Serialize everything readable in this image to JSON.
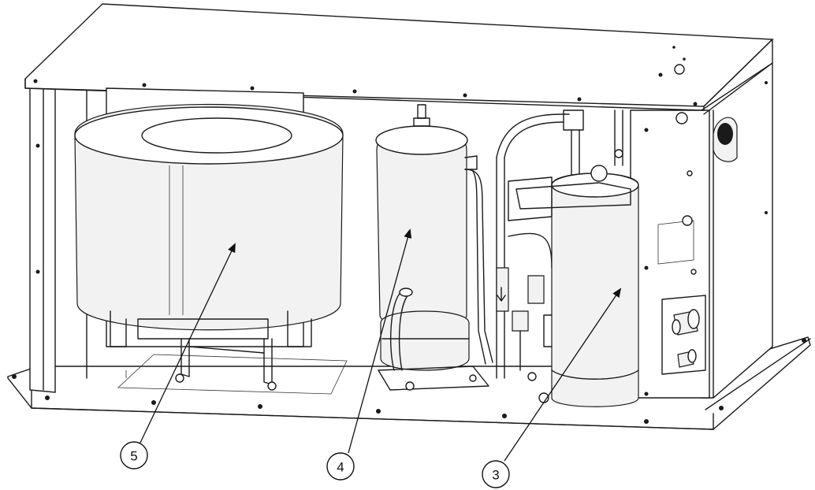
{
  "callouts": [
    {
      "id": "5",
      "label": "5"
    },
    {
      "id": "4",
      "label": "4"
    },
    {
      "id": "3",
      "label": "3"
    }
  ],
  "colors": {
    "line": "#1a1a1a",
    "background": "#ffffff"
  }
}
